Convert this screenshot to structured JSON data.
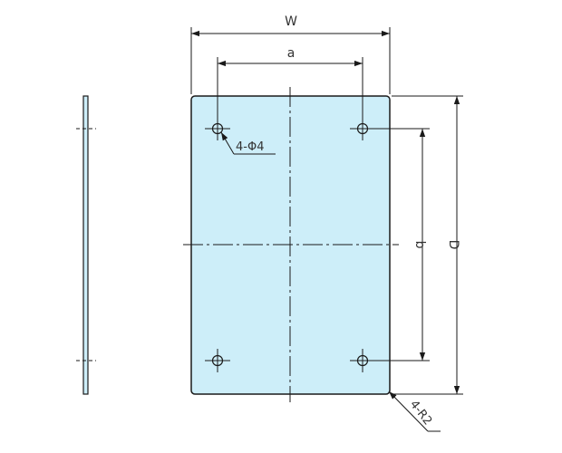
{
  "drawing": {
    "plate_color": "#cdeef9",
    "line_color": "#1a1a1a",
    "labels": {
      "width": "W",
      "hole_spacing_x": "a",
      "hole_spacing_y": "b",
      "depth": "D",
      "holes": "4-Φ4",
      "corner_radius": "4-R2"
    }
  }
}
